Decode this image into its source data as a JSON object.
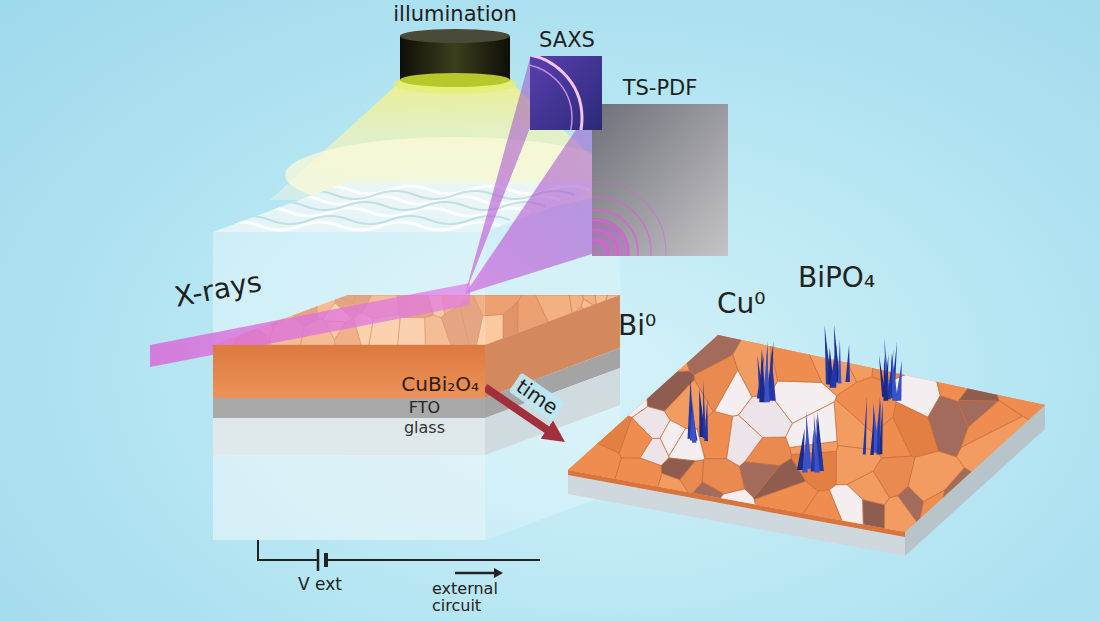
{
  "diagram": {
    "nodes": [
      {
        "text": [
          "illumination"
        ]
      },
      {
        "text": [
          "SAXS"
        ]
      },
      {
        "text": [
          "TS-PDF"
        ]
      },
      {
        "text": [
          "CuBi₂O₄"
        ]
      },
      {
        "text": [
          "FTO"
        ]
      },
      {
        "text": [
          "glass"
        ]
      },
      {
        "text": [
          "Bi⁰",
          "Cu⁰",
          "BiPO₄"
        ]
      }
    ],
    "edges": [
      {
        "from": 3,
        "to": 6,
        "label": "time",
        "arrow": "to"
      }
    ],
    "labels": [
      "X-rays",
      "V ext",
      "external circuit"
    ]
  }
}
